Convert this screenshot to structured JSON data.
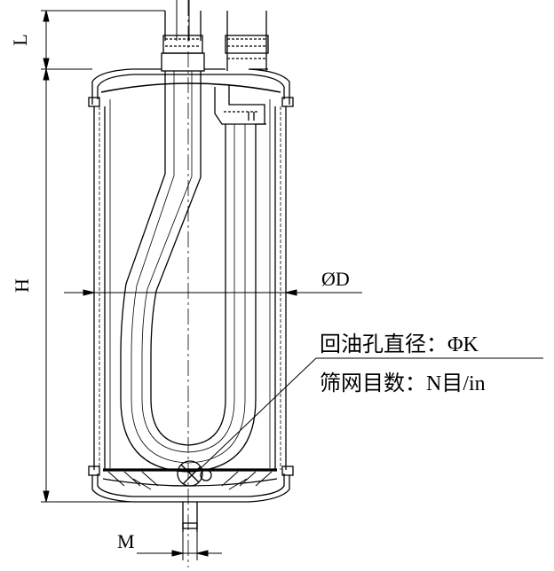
{
  "labels": {
    "dim_L": "L",
    "dim_H": "H",
    "dim_D": "ØD",
    "dim_M": "M",
    "oil_hole": "回油孔直径：ΦK",
    "mesh": "筛网目数：N目/in"
  },
  "colors": {
    "line": "#000000",
    "background": "#ffffff"
  }
}
